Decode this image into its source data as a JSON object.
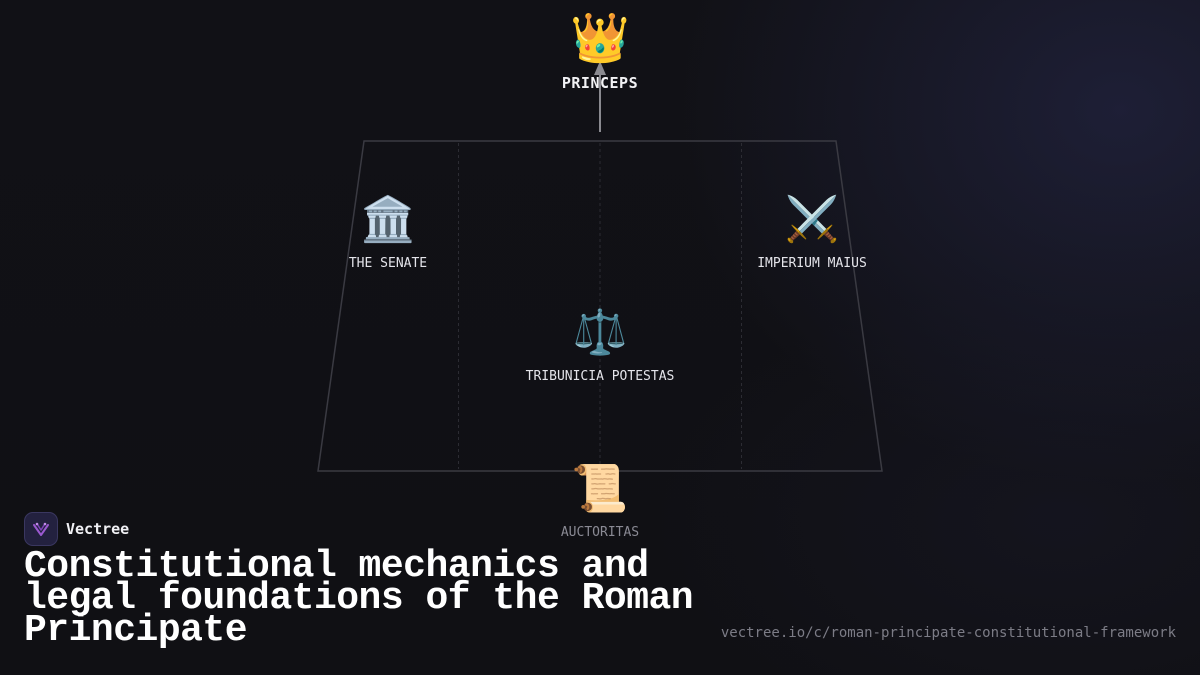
{
  "diagram": {
    "apex": {
      "icon": "crown-icon",
      "glyph": "👑",
      "label": "PRINCEPS"
    },
    "pillars": [
      {
        "icon": "classical-building-icon",
        "glyph": "🏛️",
        "label": "THE SENATE"
      },
      {
        "icon": "balance-scale-icon",
        "glyph": "⚖️",
        "label": "TRIBUNICIA POTESTAS"
      },
      {
        "icon": "crossed-swords-icon",
        "glyph": "⚔️",
        "label": "IMPERIUM MAIUS"
      }
    ],
    "foundation": {
      "icon": "scroll-icon",
      "glyph": "📜",
      "label": "AUCTORITAS"
    }
  },
  "brand": {
    "name": "Vectree",
    "logo_icon": "vectree-logo-icon",
    "accent": "#9b59d0"
  },
  "headline": "Constitutional mechanics and legal foundations of the Roman Principate",
  "url": "vectree.io/c/roman-principate-constitutional-framework",
  "colors": {
    "background": "#111116",
    "frame_stroke": "#3a3a42",
    "arrow": "#8a8a90",
    "text_primary": "#ffffff",
    "text_muted": "#7c7c86"
  }
}
